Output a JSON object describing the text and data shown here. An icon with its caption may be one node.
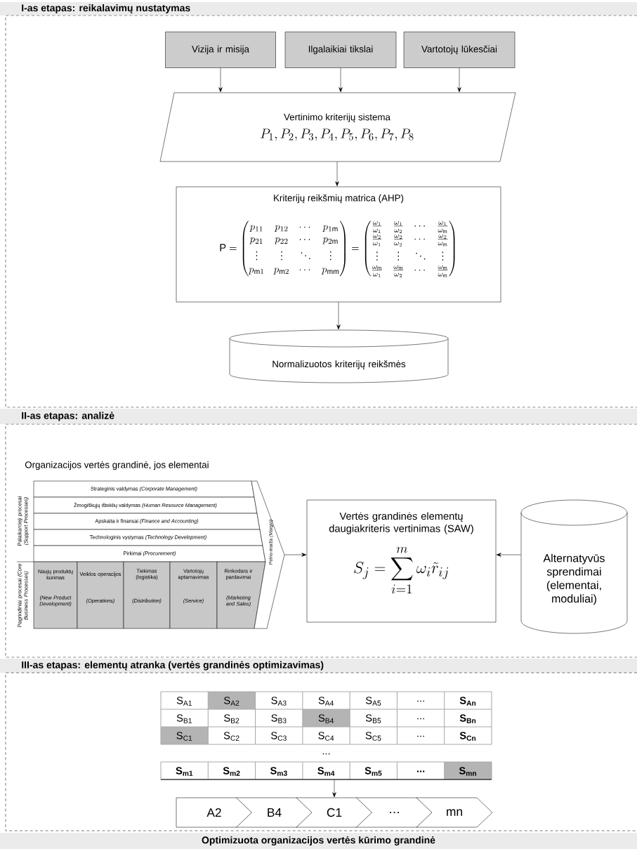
{
  "diagram": {
    "nodes": [
      {
        "text": [
          "I-as etapas: reikalavimų nustatymas"
        ]
      },
      {
        "text": [
          "Vizija ir misija"
        ],
        "in": 0
      },
      {
        "text": [
          "Ilgalaikiai tikslai"
        ],
        "in": 0
      },
      {
        "text": [
          "Vartotojų lūkesčiai"
        ],
        "in": 0
      },
      {
        "text": [
          "Vertinimo kriterijų sistema",
          "P_1, P_2, P_3, P_4, P_5, P_6, P_7, P_8"
        ],
        "in": 0
      },
      {
        "text": [
          "Kriterijų reikšmių matrica (AHP)",
          "\\mathrm{P} = \\begin{pmatrix} p_{11} & p_{12} & \\cdots & p_{1\\mathrm{m}} \\\\ p_{21} & p_{22} & \\cdots & p_{2\\mathrm{m}} \\\\ \\vdots & \\vdots & \\ddots & \\vdots \\\\ p_{\\mathrm{m}1} & p_{\\mathrm{m}2} & \\cdots & p_{\\mathrm{mm}} \\end{pmatrix} = \\begin{pmatrix} \\frac{\\omega_1}{\\omega_1} & \\frac{\\omega_1}{\\omega_2} & \\cdots & \\frac{\\omega_1}{\\omega_\\mathrm{m}} \\\\ \\frac{\\omega_2}{\\omega_1} & \\frac{\\omega_2}{\\omega_2} & \\cdots & \\frac{\\omega_2}{\\omega_\\mathrm{m}} \\\\ \\vdots & \\vdots & \\ddots & \\vdots \\\\ \\frac{\\omega_\\mathrm{m}}{\\omega_1} & \\frac{\\omega_\\mathrm{m}}{\\omega_2} & \\cdots & \\frac{\\omega_\\mathrm{m}}{\\omega_\\mathrm{m}} \\end{pmatrix}"
        ],
        "in": 0
      },
      {
        "text": [
          "Normalizuotos kriterijų reikšmės"
        ],
        "in": 0
      },
      {
        "text": [
          "II-as etapas: analizė"
        ]
      },
      {
        "text": [
          "Organizacijos vertės grandinė, jos elementai"
        ],
        "in": 7
      },
      {
        "text": [
          "Strateginis valdymas *(Corporate Management)*"
        ],
        "in": 8
      },
      {
        "text": [
          "Žmogiškųjų išteklių valdymas *(Human Resource Management)*"
        ],
        "in": 8
      },
      {
        "text": [
          "Apskaita ir finansai *(Finance and Accounting)*"
        ],
        "in": 8
      },
      {
        "text": [
          "Technologinis vystymas *(Technology Development)*"
        ],
        "in": 8
      },
      {
        "text": [
          "Pirkimai *(Procurement)*"
        ],
        "in": 8
      },
      {
        "text": [
          "Naujų produktų kūrimas",
          "(New Product Development)"
        ],
        "in": 8
      },
      {
        "text": [
          "Veiklos operacijos",
          "(Operations)"
        ],
        "in": 8
      },
      {
        "text": [
          "Tiekimas (logistika)",
          "(Distribution)"
        ],
        "in": 8
      },
      {
        "text": [
          "Vartotojų aptarnavimas",
          "(Service)"
        ],
        "in": 8
      },
      {
        "text": [
          "Rinkodara ir pardavimai",
          "(Marketing and Sales)"
        ],
        "in": 8
      },
      {
        "text": [
          "Pelno marža *(Margin)*"
        ],
        "in": 8
      },
      {
        "text": [
          "Vertės grandinės elementų daugiakriteris vertinimas (SAW)",
          "S_j = \\sum_{i=1}^{m} \\omega_i \\tilde{r}_{ij}"
        ],
        "in": 7
      },
      {
        "text": [
          "Alternatyvūs sprendimai (elementai, moduliai)"
        ],
        "in": 7
      },
      {
        "text": [
          "III-as etapas: elementų atranka (vertės grandinės optimizavimas)"
        ]
      },
      {
        "text": [],
        "shape": "table",
        "in": 22
      },
      {
        "text": [
          "A2"
        ],
        "in": 22
      },
      {
        "text": [
          "B4"
        ],
        "in": 22
      },
      {
        "text": [
          "C1"
        ],
        "in": 22
      },
      {
        "text": [
          "…"
        ],
        "in": 22
      },
      {
        "text": [
          "mn"
        ],
        "in": 22
      },
      {
        "text": [
          "Optimizuota organizacijos vertės kūrimo grandinė"
        ]
      }
    ],
    "edges": [
      {
        "from": 1,
        "to": 4,
        "arrow": "to"
      },
      {
        "from": 2,
        "to": 4,
        "arrow": "to"
      },
      {
        "from": 3,
        "to": 4,
        "arrow": "to"
      },
      {
        "from": 4,
        "to": 5,
        "arrow": "to"
      },
      {
        "from": 5,
        "to": 6,
        "arrow": "to"
      },
      {
        "from": 19,
        "to": 20,
        "arrow": "to"
      },
      {
        "from": 21,
        "to": 20,
        "arrow": "to"
      },
      {
        "from": 23,
        "to": 26,
        "arrow": "to"
      }
    ],
    "labels": [
      "Palaikantieji procesai *(Support Processes)*",
      "Pagrindiniai procesai *(Core Business Processes)*",
      "S$_{A1}$",
      "S$_{A2}$",
      "S$_{A3}$",
      "S$_{A4}$",
      "S$_{A5}$",
      "...",
      "S$_{An}$",
      "S$_{B1}$",
      "S$_{B2}$",
      "S$_{B3}$",
      "S$_{B4}$",
      "S$_{B5}$",
      "...",
      "S$_{Bn}$",
      "S$_{C1}$",
      "S$_{C2}$",
      "S$_{C3}$",
      "S$_{C4}$",
      "S$_{C5}$",
      "...",
      "S$_{Cn}$",
      "...",
      "S$_{m1}$",
      "S$_{m2}$",
      "S$_{m3}$",
      "S$_{m4}$",
      "S$_{m5}$",
      "...",
      "S$_{mn}$"
    ]
  }
}
